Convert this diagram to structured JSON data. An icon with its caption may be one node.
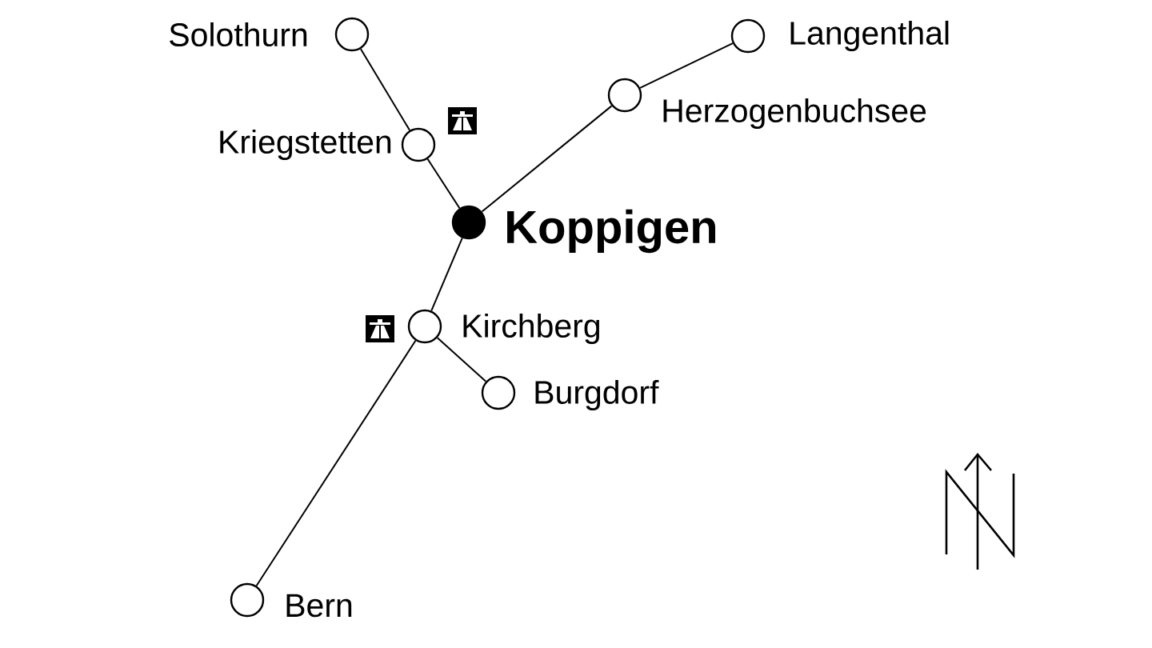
{
  "diagram": {
    "nodes": [
      {
        "text": [
          "Solothurn"
        ]
      },
      {
        "text": [
          "Langenthal"
        ]
      },
      {
        "text": [
          "Kriegstetten"
        ]
      },
      {
        "text": [
          "Herzogenbuchsee"
        ]
      },
      {
        "text": [
          "Koppigen"
        ]
      },
      {
        "text": [
          "Kirchberg"
        ]
      },
      {
        "text": [
          "Burgdorf"
        ]
      },
      {
        "text": [
          "Bern"
        ]
      }
    ],
    "edges": [
      {
        "from": 0,
        "to": 2,
        "arrow": "none"
      },
      {
        "from": 2,
        "to": 4,
        "arrow": "none"
      },
      {
        "from": 1,
        "to": 3,
        "arrow": "none"
      },
      {
        "from": 3,
        "to": 4,
        "arrow": "none"
      },
      {
        "from": 4,
        "to": 5,
        "arrow": "none"
      },
      {
        "from": 5,
        "to": 6,
        "arrow": "none"
      },
      {
        "from": 5,
        "to": 7,
        "arrow": "none"
      }
    ]
  }
}
